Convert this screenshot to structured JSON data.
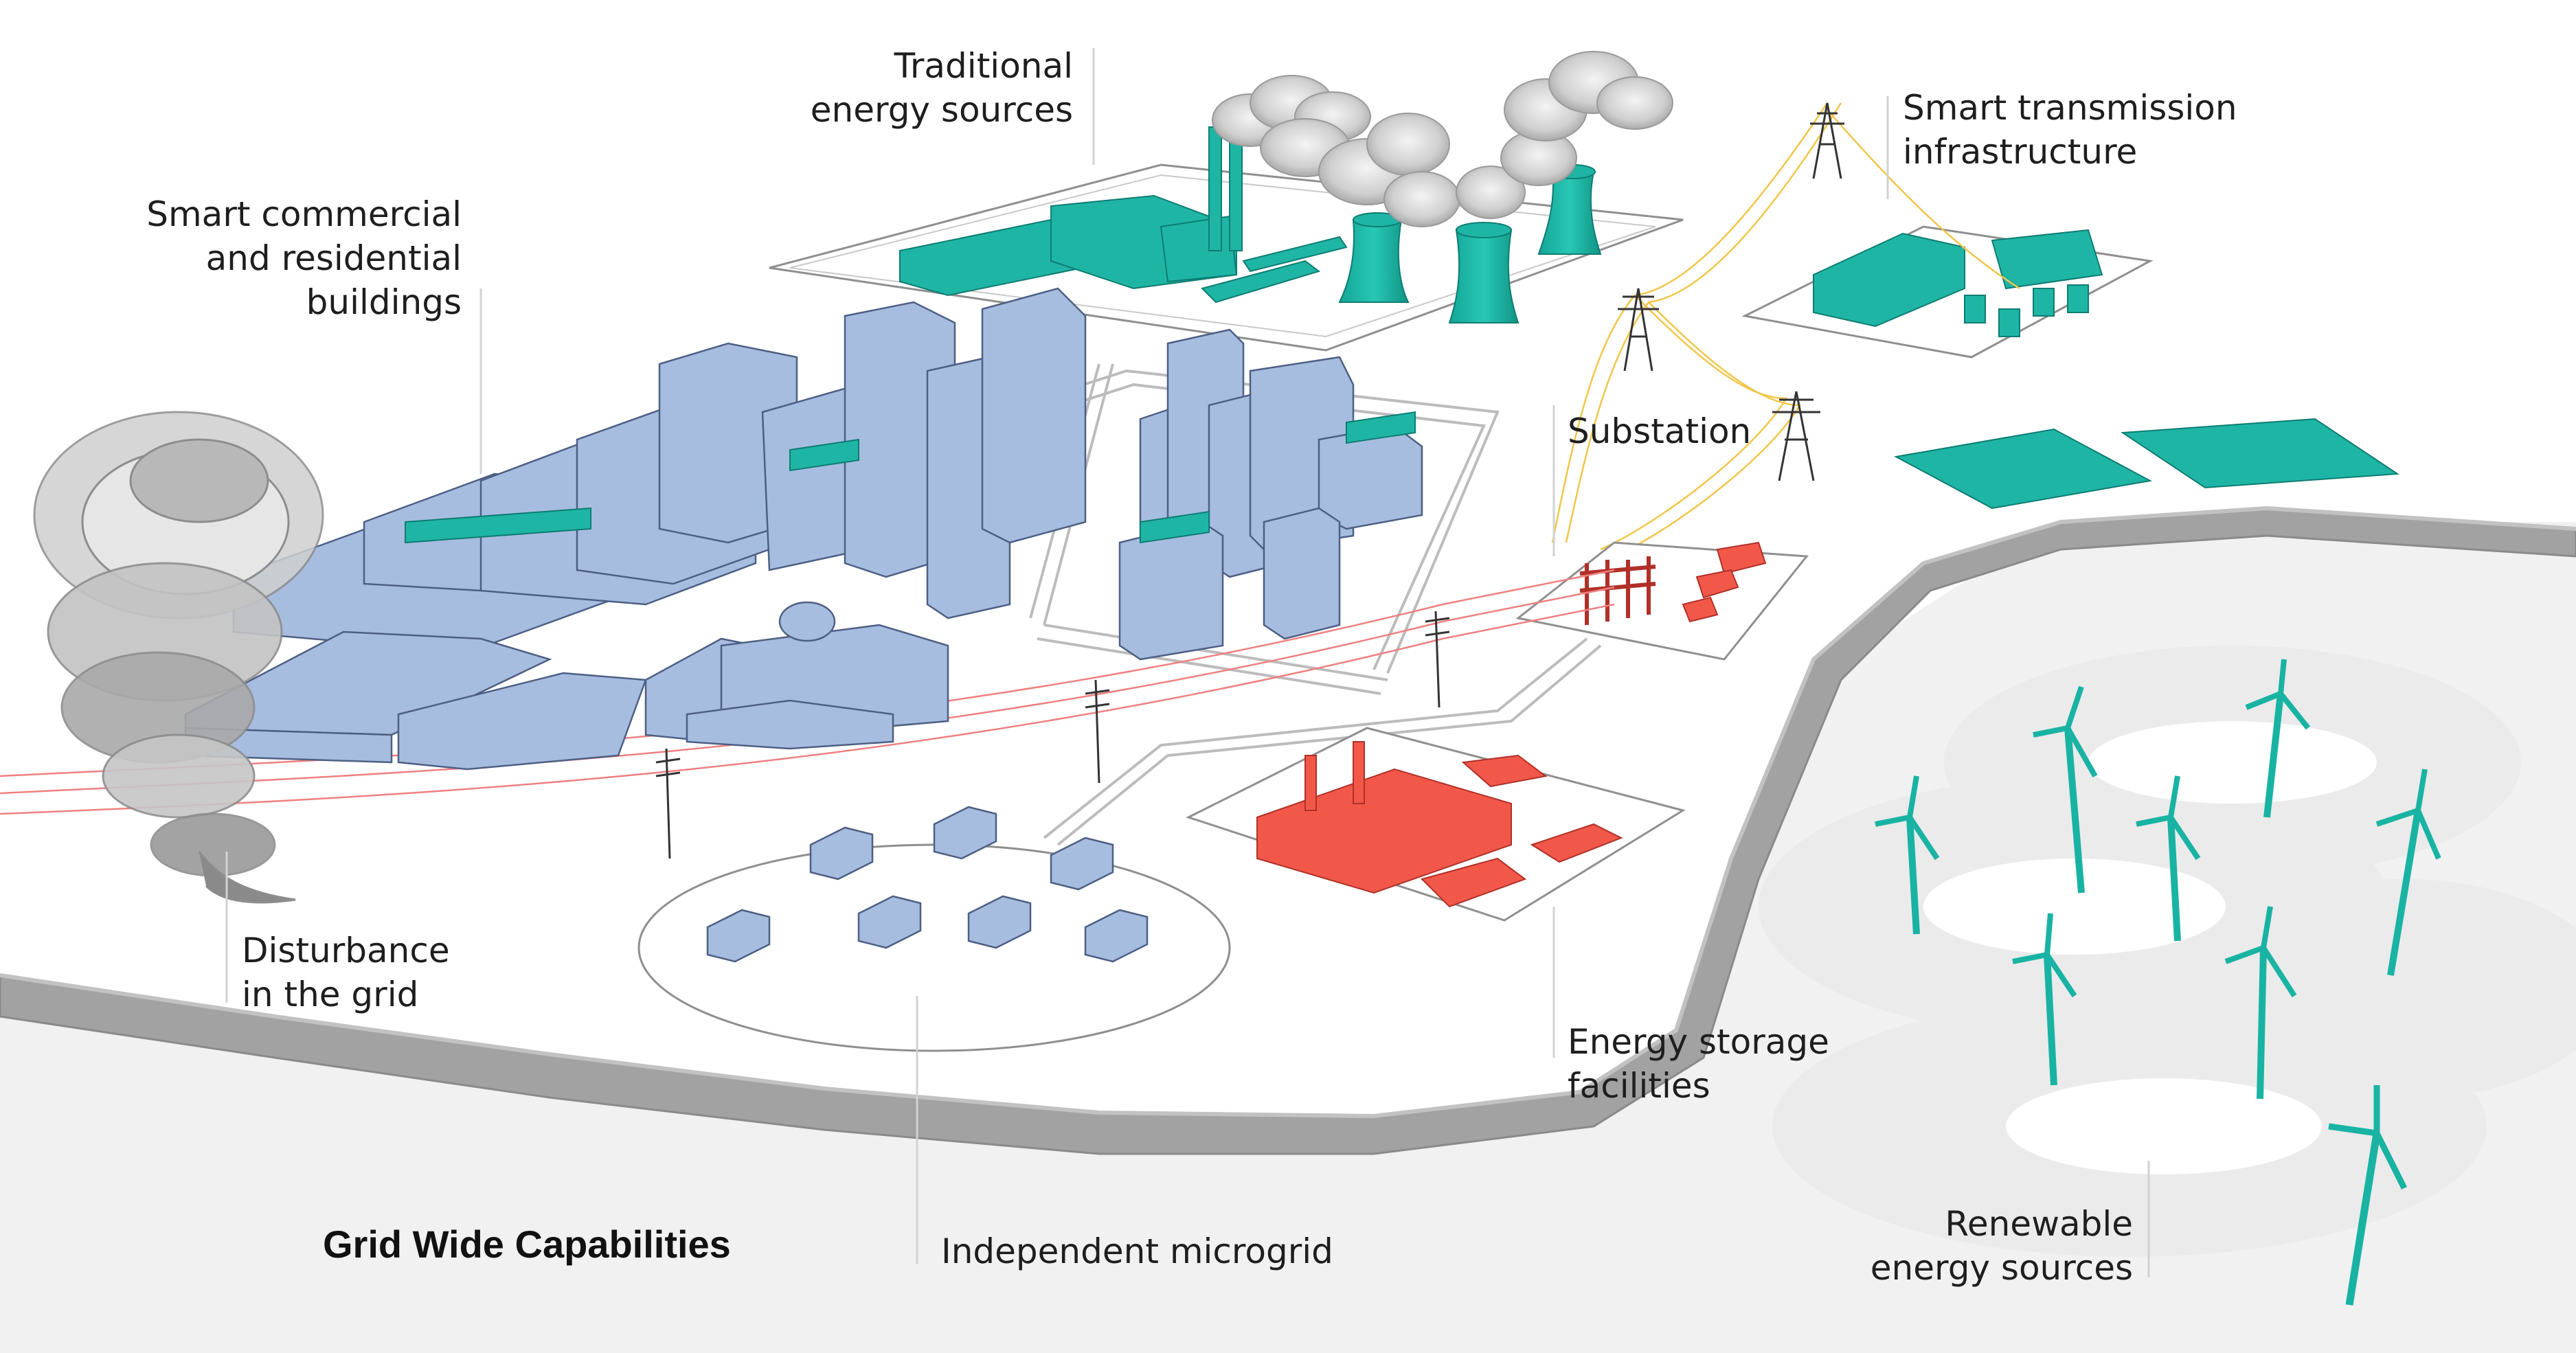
{
  "labels": {
    "traditional": "Traditional\nenergy sources",
    "smart_transmission": "Smart transmission\ninfrastructure",
    "smart_buildings": "Smart commercial\nand residential\nbuildings",
    "substation": "Substation",
    "disturbance": "Disturbance\nin the grid",
    "energy_storage": "Energy storage\nfacilities",
    "microgrid": "Independent microgrid",
    "renewable": "Renewable\nenergy sources",
    "grid_wide": "Grid Wide Capabilities"
  },
  "colors": {
    "building_blue": "#a7bde0",
    "teal": "#19b3a3",
    "storage_red": "#f2584a",
    "tornado_gray": "#9a9a9a",
    "wall_gray": "#9c9c9c",
    "transmission_yellow": "#f3c64a",
    "power_line_red": "#f08080"
  }
}
